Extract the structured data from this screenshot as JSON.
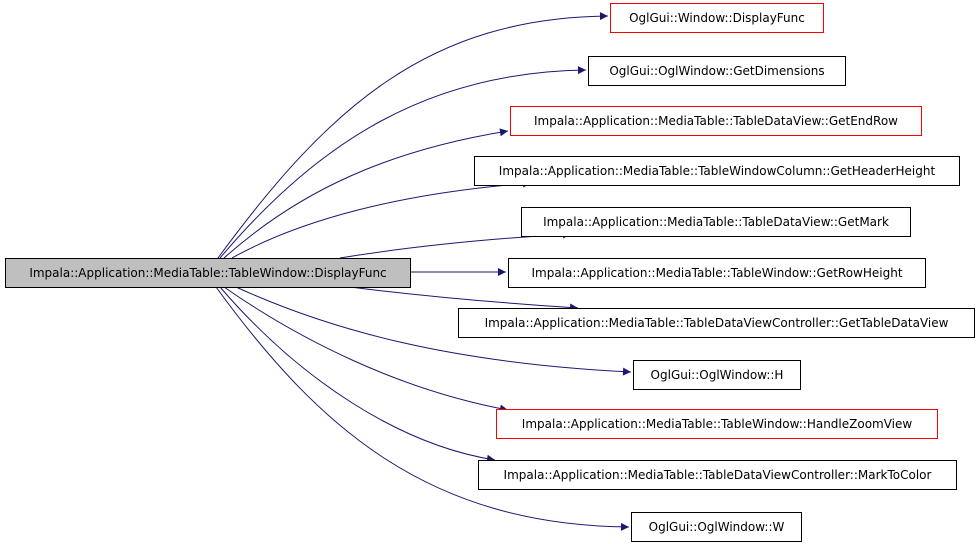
{
  "diagram": {
    "type": "call-graph",
    "colors": {
      "edge": "#191970",
      "root_fill": "#bfbfbf",
      "node_fill": "#ffffff",
      "border_default": "#000000",
      "border_highlight": "#ff0000"
    },
    "root": {
      "id": "root",
      "label": "Impala::Application::MediaTable::TableWindow::DisplayFunc"
    },
    "nodes": [
      {
        "id": "n1",
        "label": "OglGui::Window::DisplayFunc",
        "border": "highlight"
      },
      {
        "id": "n2",
        "label": "OglGui::OglWindow::GetDimensions",
        "border": "default"
      },
      {
        "id": "n3",
        "label": "Impala::Application::MediaTable::TableDataView::GetEndRow",
        "border": "highlight"
      },
      {
        "id": "n4",
        "label": "Impala::Application::MediaTable::TableWindowColumn::GetHeaderHeight",
        "border": "default"
      },
      {
        "id": "n5",
        "label": "Impala::Application::MediaTable::TableDataView::GetMark",
        "border": "default"
      },
      {
        "id": "n6",
        "label": "Impala::Application::MediaTable::TableWindow::GetRowHeight",
        "border": "default"
      },
      {
        "id": "n7",
        "label": "Impala::Application::MediaTable::TableDataViewController::GetTableDataView",
        "border": "default"
      },
      {
        "id": "n8",
        "label": "OglGui::OglWindow::H",
        "border": "default"
      },
      {
        "id": "n9",
        "label": "Impala::Application::MediaTable::TableWindow::HandleZoomView",
        "border": "highlight"
      },
      {
        "id": "n10",
        "label": "Impala::Application::MediaTable::TableDataViewController::MarkToColor",
        "border": "default"
      },
      {
        "id": "n11",
        "label": "OglGui::OglWindow::W",
        "border": "default"
      }
    ],
    "edges": [
      {
        "from": "root",
        "to": "n1"
      },
      {
        "from": "root",
        "to": "n2"
      },
      {
        "from": "root",
        "to": "n3"
      },
      {
        "from": "root",
        "to": "n4"
      },
      {
        "from": "root",
        "to": "n5"
      },
      {
        "from": "root",
        "to": "n6"
      },
      {
        "from": "root",
        "to": "n7"
      },
      {
        "from": "root",
        "to": "n8"
      },
      {
        "from": "root",
        "to": "n9"
      },
      {
        "from": "root",
        "to": "n10"
      },
      {
        "from": "root",
        "to": "n11"
      }
    ]
  }
}
